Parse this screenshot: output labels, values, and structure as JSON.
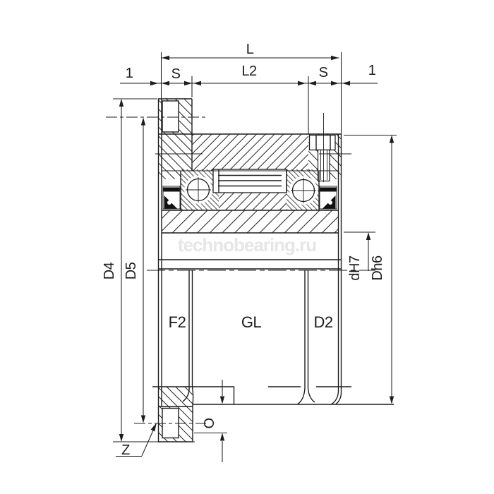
{
  "watermark": {
    "text": "technobearing.ru",
    "color": "#e6e6e6"
  },
  "colors": {
    "line": "#1c1c1c",
    "background": "#ffffff"
  },
  "dims": {
    "L": "L",
    "one_left": "1",
    "s_left": "S",
    "L2": "L2",
    "s_right": "S",
    "one_right": "1",
    "D4": "D4",
    "D5": "D5",
    "dH7": "dH7",
    "Dh6": "Dh6",
    "F2": "F2",
    "GL": "GL",
    "D2": "D2",
    "O": "O",
    "Z": "Z"
  }
}
